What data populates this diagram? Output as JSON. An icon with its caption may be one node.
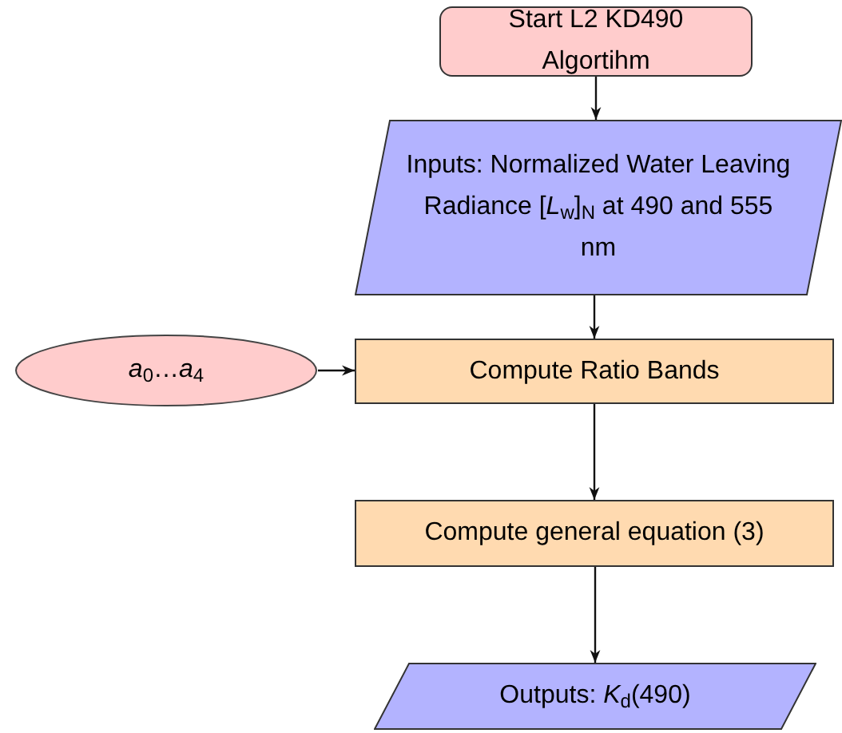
{
  "diagram": {
    "nodes": [
      {
        "text": [
          "Start L2 KD490 Algortihm"
        ]
      },
      {
        "text": [
          "Inputs: Normalized Water Leaving Radiance [*L*$_{w}$]$_{N}$ at 490 and 555 nm"
        ]
      },
      {
        "text": [
          "*a*$_{0}$…*a*$_{4}$"
        ]
      },
      {
        "text": [
          "Compute Ratio Bands"
        ]
      },
      {
        "text": [
          "Compute general equation (3)"
        ]
      },
      {
        "text": [
          "Outputs: *K*$_{d}$(490)"
        ]
      }
    ],
    "edges": [
      {
        "from": 0,
        "to": 1,
        "arrow": "to"
      },
      {
        "from": 1,
        "to": 3,
        "arrow": "to"
      },
      {
        "from": 2,
        "to": 3,
        "arrow": "to"
      },
      {
        "from": 3,
        "to": 4,
        "arrow": "to"
      },
      {
        "from": 4,
        "to": 5,
        "arrow": "to"
      }
    ]
  }
}
